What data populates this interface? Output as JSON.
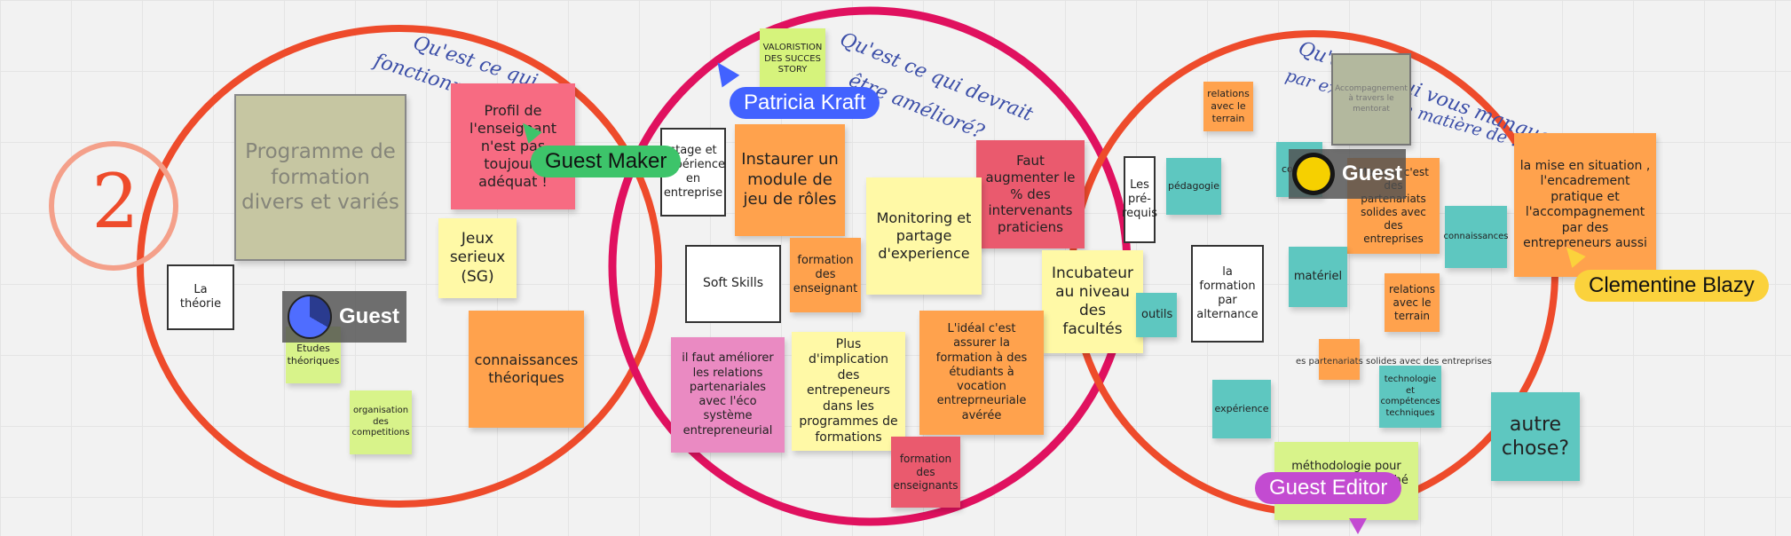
{
  "colors": {
    "ring_left": "#ee4b2b",
    "ring_middle": "#e0115f",
    "ring_right": "#ee4b2b",
    "cursor_patricia": "#4262ff",
    "cursor_guest_maker": "#3dc46a",
    "cursor_clementine": "#fbd23c",
    "cursor_guest_editor": "#c34bd1"
  },
  "step_number": "2",
  "headings": {
    "left_line1": "Qu'est ce qui",
    "left_line2": "fonctionne",
    "middle_line1": "Qu'est ce qui devrait",
    "middle_line2": "être amélioré?",
    "right_line1": "Qu'est ce qui vous manque",
    "right_line2": "par exemple en matière de :"
  },
  "left": {
    "programme": "Programme de formation divers et variés",
    "theorie": "La théorie",
    "profil": "Profil de l'enseignant n'est pas toujours adéquat !",
    "jeux": "Jeux serieux (SG)",
    "connaissances": "connaissances théoriques",
    "etudes": "Etudes théoriques",
    "organisation": "organisation des competitions",
    "guest_label": "Guest"
  },
  "middle": {
    "valorisation": "VALORISTION DES SUCCES STORY",
    "stage": "stage et expérience en entreprise",
    "instaurer": "Instaurer un module de jeu de rôles",
    "faut": "Faut augmenter le % des intervenants praticiens",
    "monitoring": "Monitoring et partage d'experience",
    "soft": "Soft Skills",
    "formation_ens": "formation des enseignant",
    "incubateur": "Incubateur au niveau des facultés",
    "ameliorer": "il faut améliorer les relations partenariales avec l'éco système entrepreneurial",
    "implication": "Plus d'implication des entrepeneurs dans les programmes de formations",
    "ideal": "L'idéal c'est assurer la formation à des étudiants à vocation entreprneuriale avérée",
    "formation_ens2": "formation des enseignants"
  },
  "right": {
    "relations1": "relations avec le terrain",
    "prerequis": "Les pré-requis",
    "pedagogie": "pédagogie",
    "accompagnement": "Accompagnement à travers le mentorat",
    "co": "co",
    "partenariats": "Manque c'est des partenariats solides avec des entreprises",
    "mise": "la mise en situation , l'encadrement pratique et l'accompagnement par des entrepreneurs aussi",
    "connaissances": "connaissances",
    "materiel": "matériel",
    "alternance": "la formation par alternance",
    "relations2": "relations avec le terrain",
    "outils": "outils",
    "partenariats_text": "es partenariats solides avec des entreprises",
    "technologie": "technologie et compétences techniques",
    "experience": "expérience",
    "autre": "autre chose?",
    "methodologie": "méthodologie pour une étude de marché uniquement",
    "guest_label": "Guest"
  },
  "cursors": {
    "patricia": "Patricia Kraft",
    "guest_maker": "Guest Maker",
    "clementine": "Clementine Blazy",
    "guest_editor": "Guest Editor"
  }
}
